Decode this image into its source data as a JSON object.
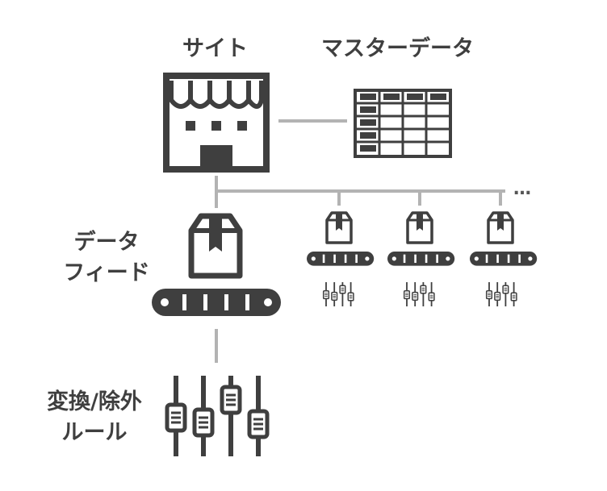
{
  "labels": {
    "site": "サイト",
    "master_data": "マスターデータ",
    "data_feed_line1": "データ",
    "data_feed_line2": "フィード",
    "rules_line1": "変換/除外",
    "rules_line2": "ルール",
    "more": "…"
  },
  "colors": {
    "icon": "#3f3f3f",
    "connector": "#b3b3b3",
    "background": "#ffffff"
  },
  "icons": [
    "store-icon",
    "spreadsheet-icon",
    "package-icon",
    "conveyor-belt-icon",
    "sliders-icon"
  ]
}
